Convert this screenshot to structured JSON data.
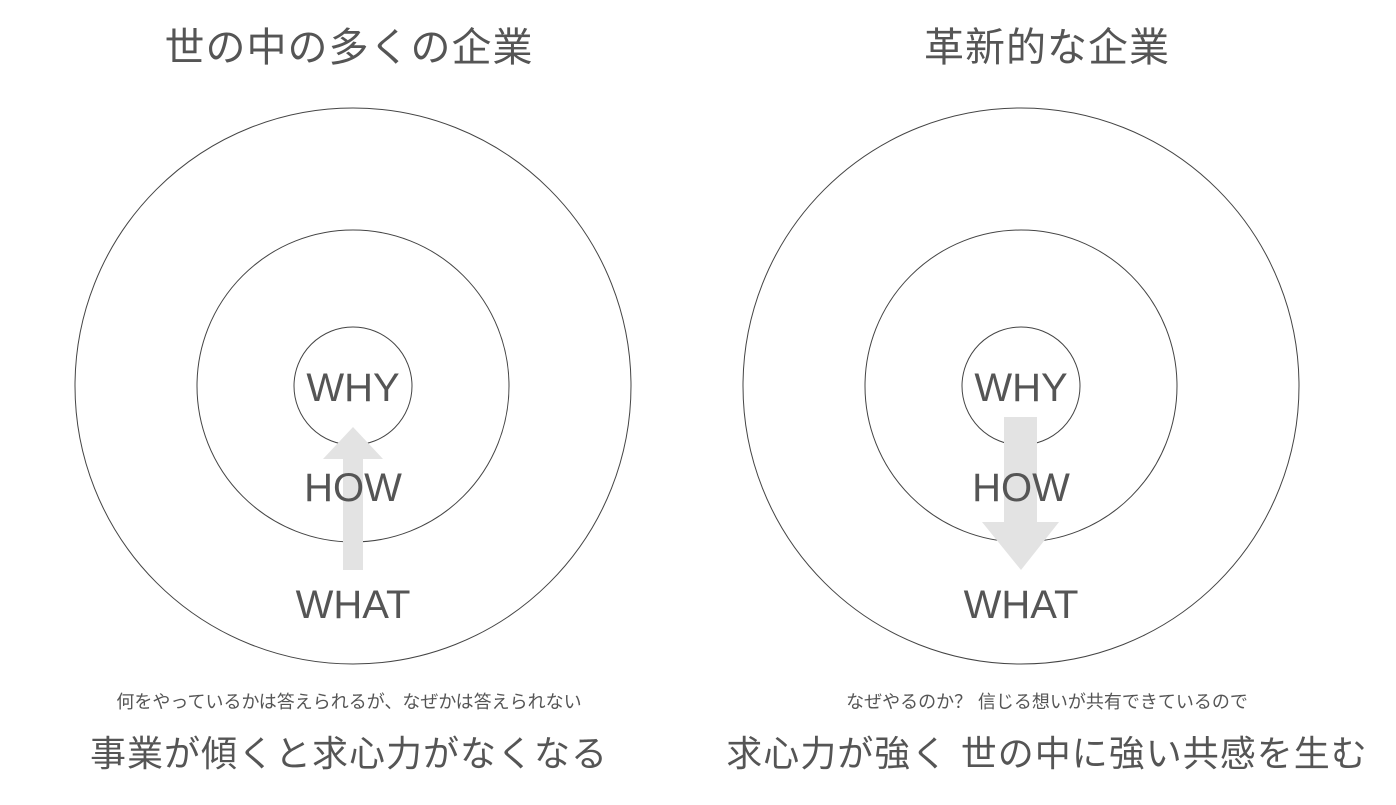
{
  "panels": [
    {
      "title": "世の中の多くの企業",
      "labels": {
        "why": "WHY",
        "how": "HOW",
        "what": "WHAT"
      },
      "arrow_direction": "up",
      "subtitle": "何をやっているかは答えられるが、なぜかは答えられない",
      "conclusion": "事業が傾くと求心力がなくなる"
    },
    {
      "title": "革新的な企業",
      "labels": {
        "why": "WHY",
        "how": "HOW",
        "what": "WHAT"
      },
      "arrow_direction": "down",
      "subtitle": "なぜやるのか？ 信じる想いが共有できているので",
      "conclusion": "求心力が強く 世の中に強い共感を生む"
    }
  ],
  "colors": {
    "text": "#555555",
    "circle_stroke": "#444444",
    "arrow_fill": "#e3e3e3",
    "background": "#ffffff"
  }
}
